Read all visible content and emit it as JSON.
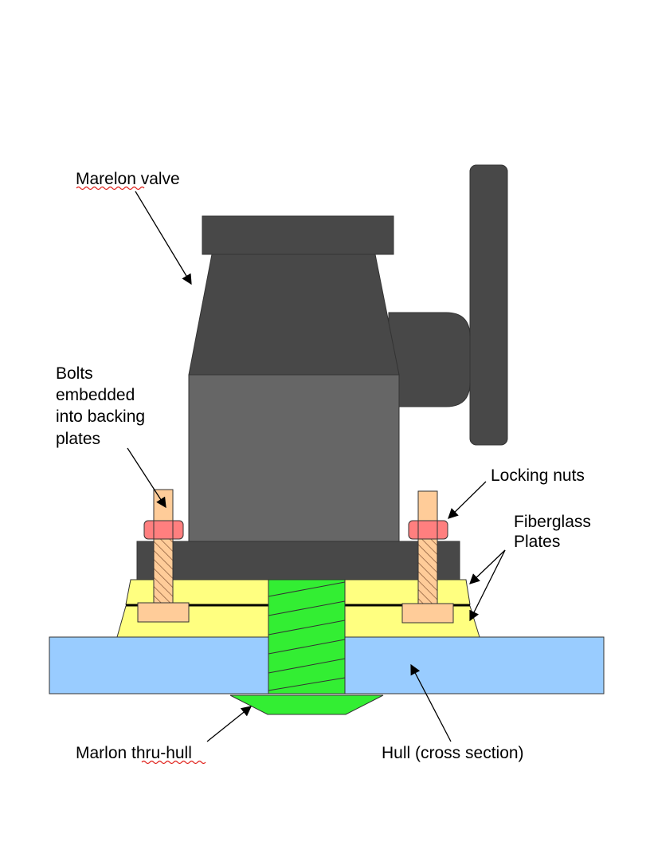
{
  "labels": {
    "valve": "Marelon valve",
    "bolts_1": "Bolts",
    "bolts_2": "embedded",
    "bolts_3": "into backing",
    "bolts_4": "plates",
    "locking_nuts": "Locking nuts",
    "fiberglass_1": "Fiberglass",
    "fiberglass_2": "Plates",
    "thru_hull": "Marlon thru-hull",
    "hull": "Hull (cross section)"
  },
  "colors": {
    "valve_dark": "#484848",
    "valve_body": "#666666",
    "hull": "#99ccff",
    "fiberglass": "#ffff80",
    "thru_hull": "#33ee33",
    "bolt": "#ffcc99",
    "nut": "#ff7f7f",
    "outline": "#333333"
  },
  "icons": {
    "spellcheck_underline": "red-wavy-underline"
  }
}
